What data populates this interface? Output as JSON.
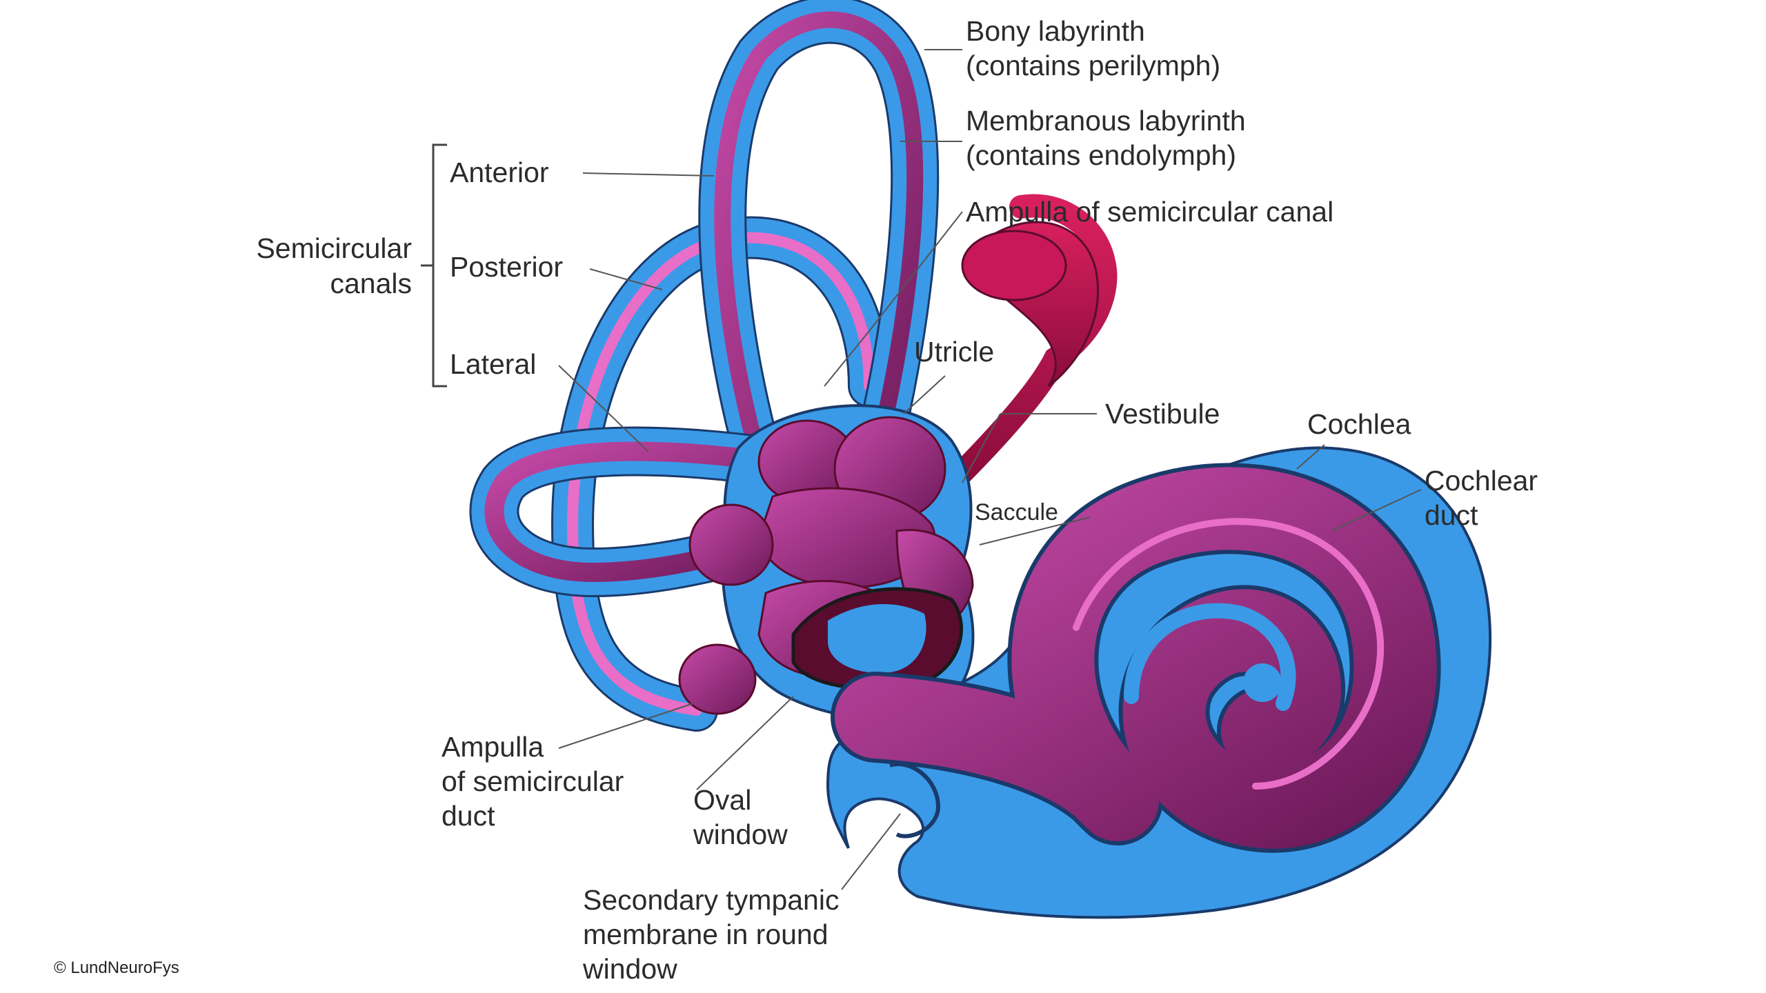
{
  "labels": {
    "bony_labyrinth": "Bony labyrinth",
    "bony_labyrinth_note": "(contains perilymph)",
    "membranous_labyrinth": "Membranous labyrinth",
    "membranous_labyrinth_note": "(contains endolymph)",
    "ampulla_canal": "Ampulla of semicircular canal",
    "semicircular": "Semicircular",
    "canals": "canals",
    "anterior": "Anterior",
    "posterior": "Posterior",
    "lateral": "Lateral",
    "utricle": "Utricle",
    "vestibule": "Vestibule",
    "saccule": "Saccule",
    "cochlea": "Cochlea",
    "cochlear": "Cochlear",
    "duct": "duct",
    "ampulla_duct_1": "Ampulla",
    "ampulla_duct_2": "of semicircular",
    "ampulla_duct_3": "duct",
    "oval": "Oval",
    "window": "window",
    "secondary_1": "Secondary tympanic",
    "secondary_2": "membrane in round",
    "secondary_3": "window"
  },
  "copyright": "©  LundNeuroFys",
  "colors": {
    "bony": "#3a9ae8",
    "bony_outline": "#1a3a6a",
    "membranous": "#9a2d80",
    "membranous_light": "#e86ec8",
    "dark": "#5a0c2e",
    "sac": "#c8185a"
  }
}
